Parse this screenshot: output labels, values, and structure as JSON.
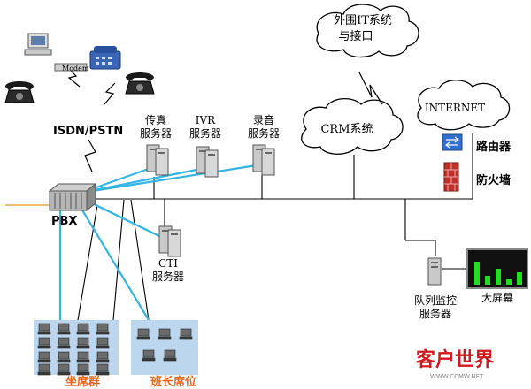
{
  "labels": {
    "isdn_pstn": "ISDN/PSTN",
    "modem": "Modem",
    "pbx": "PBX",
    "fax_server_line1": "传真",
    "fax_server_line2": "服务器",
    "ivr_server_line1": "IVR",
    "ivr_server_line2": "服务器",
    "recording_server_line1": "录音",
    "recording_server_line2": "服务器",
    "cti_server_line1": "CTI",
    "cti_server_line2": "服务器",
    "external_it_line1": "外围IT系统",
    "external_it_line2": "与接口",
    "crm_system": "CRM系统",
    "internet": "INTERNET",
    "router": "路由器",
    "firewall": "防火墙",
    "queue_monitor_line1": "队列监控",
    "queue_monitor_line2": "服务器",
    "big_screen": "大屏幕",
    "agent_group": "坐席群",
    "team_leader": "班长席位",
    "logo_text": "客户世界",
    "logo_url": "WWW.CCMW.NET"
  },
  "colors": {
    "cyan_link": "#33b5e5",
    "trunk_line": "#000000",
    "agent_fill": "#bcd6ee",
    "firewall_red": "#c0302a",
    "router_blue": "#2f6fd0",
    "screen_bg": "#111111",
    "screen_bar": "#22dd22",
    "label_orange": "#e8661c",
    "logo_red": "#d3191c"
  }
}
